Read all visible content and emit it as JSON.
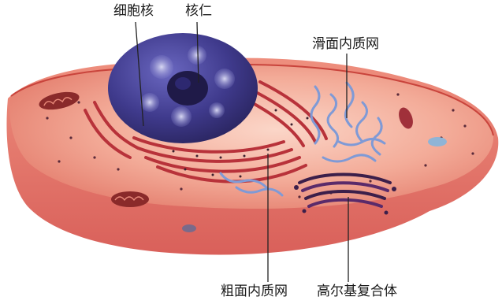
{
  "labels": {
    "nucleus": "细胞核",
    "nucleolus": "核仁",
    "smooth_er": "滑面内质网",
    "rough_er": "粗面内质网",
    "golgi": "高尔基复合体"
  },
  "colors": {
    "background": "#ffffff",
    "cytoplasm_light": "#f6b9a8",
    "cytoplasm_mid": "#e9897a",
    "membrane_edge": "#c9443c",
    "nucleus": "#3f3a8c",
    "nucleus_highlight": "#9a98d8",
    "rough_er": "#b8323a",
    "smooth_er": "#7f9ad6",
    "golgi": "#3c1f4a",
    "mitochondria": "#8a2a2a",
    "leader_line": "#222222"
  }
}
